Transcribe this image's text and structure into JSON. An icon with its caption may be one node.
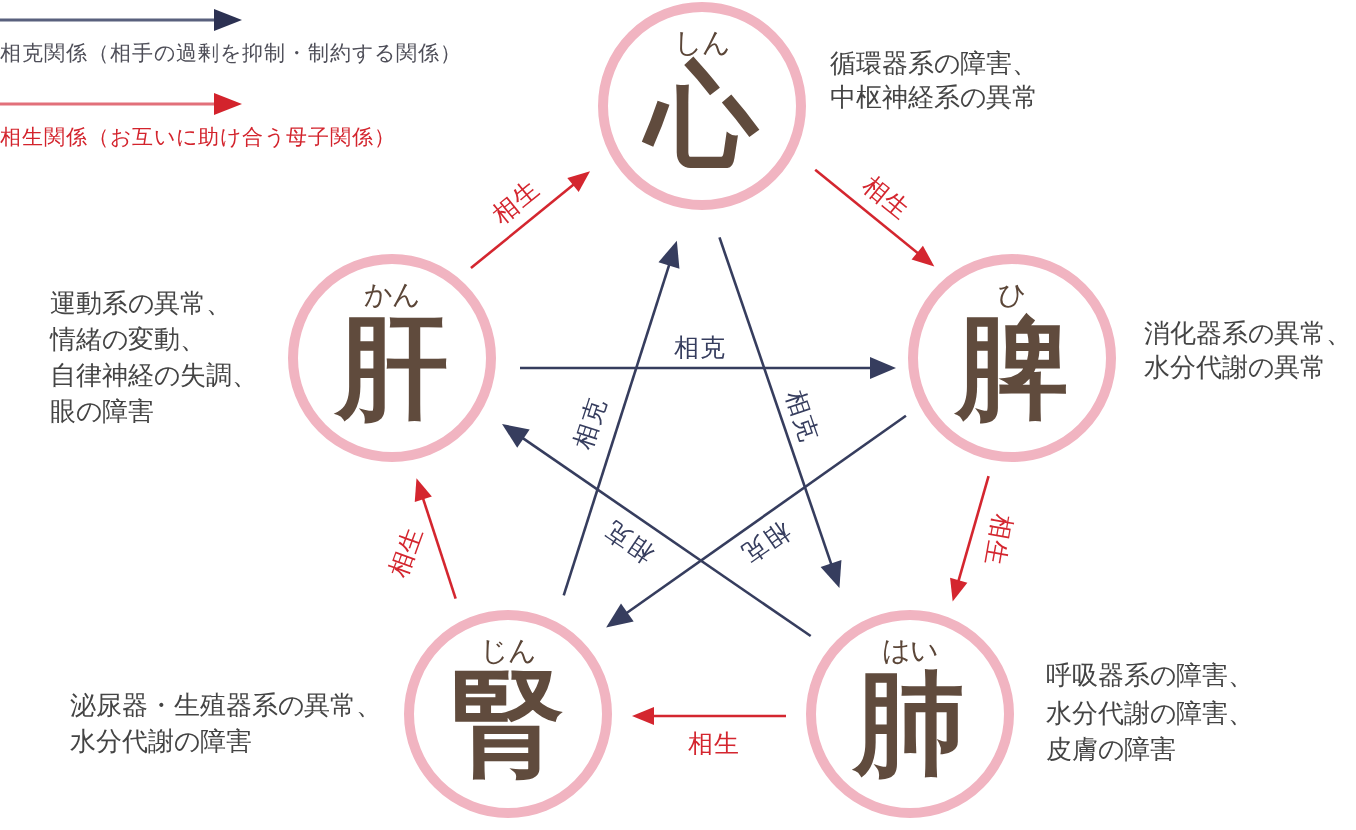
{
  "diagram": {
    "nodes": [
      {
        "text": [
          "しん",
          "心"
        ],
        "beside": [
          "循環器系の障害、中枢神経系の異常"
        ]
      },
      {
        "text": [
          "かん",
          "肝"
        ],
        "beside": [
          "運動系の異常、情緒の変動、自律神経の失調、眼の障害"
        ]
      },
      {
        "text": [
          "ひ",
          "脾"
        ],
        "beside": [
          "消化器系の異常、水分代謝の異常"
        ]
      },
      {
        "text": [
          "じん",
          "腎"
        ],
        "beside": [
          "泌尿器・生殖器系の異常、水分代謝の障害"
        ]
      },
      {
        "text": [
          "はい",
          "肺"
        ],
        "beside": [
          "呼吸器系の障害、水分代謝の障害、皮膚の障害"
        ]
      }
    ],
    "edges": [
      {
        "from": 1,
        "to": 0,
        "arrow": "to",
        "label": "相生",
        "color": "#d4262f"
      },
      {
        "from": 0,
        "to": 2,
        "arrow": "to",
        "label": "相生",
        "color": "#d4262f"
      },
      {
        "from": 2,
        "to": 4,
        "arrow": "to",
        "label": "相生",
        "color": "#d4262f"
      },
      {
        "from": 4,
        "to": 3,
        "arrow": "to",
        "label": "相生",
        "color": "#d4262f"
      },
      {
        "from": 3,
        "to": 1,
        "arrow": "to",
        "label": "相生",
        "color": "#d4262f"
      },
      {
        "from": 1,
        "to": 2,
        "arrow": "to",
        "label": "相克",
        "color": "#363d5e"
      },
      {
        "from": 0,
        "to": 4,
        "arrow": "to",
        "label": "相克",
        "color": "#363d5e"
      },
      {
        "from": 4,
        "to": 1,
        "arrow": "to",
        "label": "相克",
        "color": "#363d5e"
      },
      {
        "from": 2,
        "to": 3,
        "arrow": "to",
        "label": "相克",
        "color": "#363d5e"
      },
      {
        "from": 3,
        "to": 0,
        "arrow": "to",
        "label": "相克",
        "color": "#363d5e"
      }
    ],
    "legend": [
      {
        "text": "相克関係（相手の過剰を抑制・制約する関係）"
      },
      {
        "text": "相生関係（お互いに助け合う母子関係）"
      }
    ]
  }
}
